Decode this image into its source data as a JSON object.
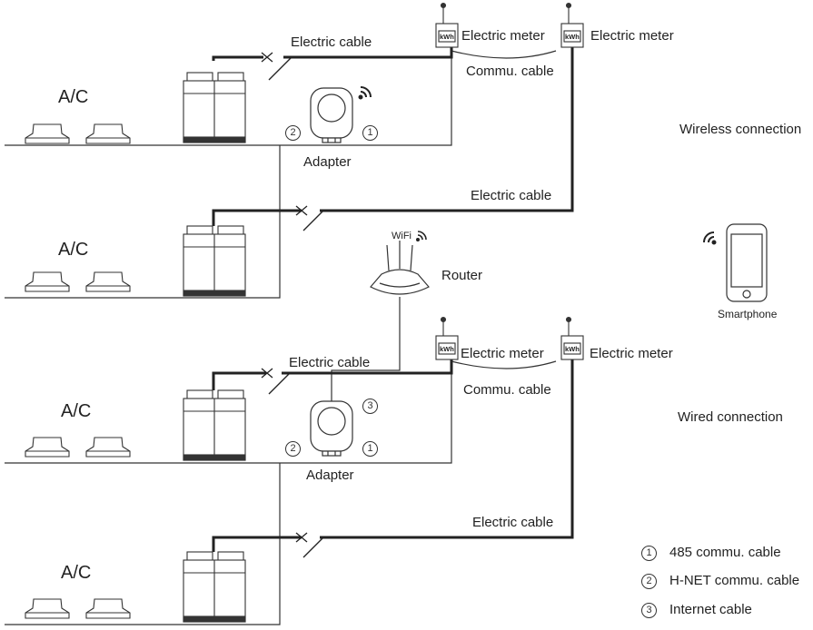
{
  "labels": {
    "ac": "A/C",
    "electric_cable": "Electric cable",
    "electric_meter": "Electric meter",
    "commu_cable": "Commu. cable",
    "adapter": "Adapter",
    "router": "Router",
    "wifi": "WiFi",
    "smartphone": "Smartphone",
    "kwh": "kWh",
    "wireless_connection": "Wireless connection",
    "wired_connection": "Wired connection"
  },
  "markers": {
    "one": "1",
    "two": "2",
    "three": "3"
  },
  "legend": [
    {
      "marker": "1",
      "text": "485 commu. cable"
    },
    {
      "marker": "2",
      "text": "H-NET commu. cable"
    },
    {
      "marker": "3",
      "text": "Internet cable"
    }
  ],
  "icons": [
    "ac-indoor-unit-icon",
    "outdoor-unit-icon",
    "adapter-icon",
    "router-icon",
    "electric-meter-icon",
    "smartphone-icon",
    "wifi-icon",
    "switch-icon"
  ],
  "colors": {
    "line": "#333333",
    "thick_cable": "#222222",
    "device_fill": "#ffffff"
  }
}
